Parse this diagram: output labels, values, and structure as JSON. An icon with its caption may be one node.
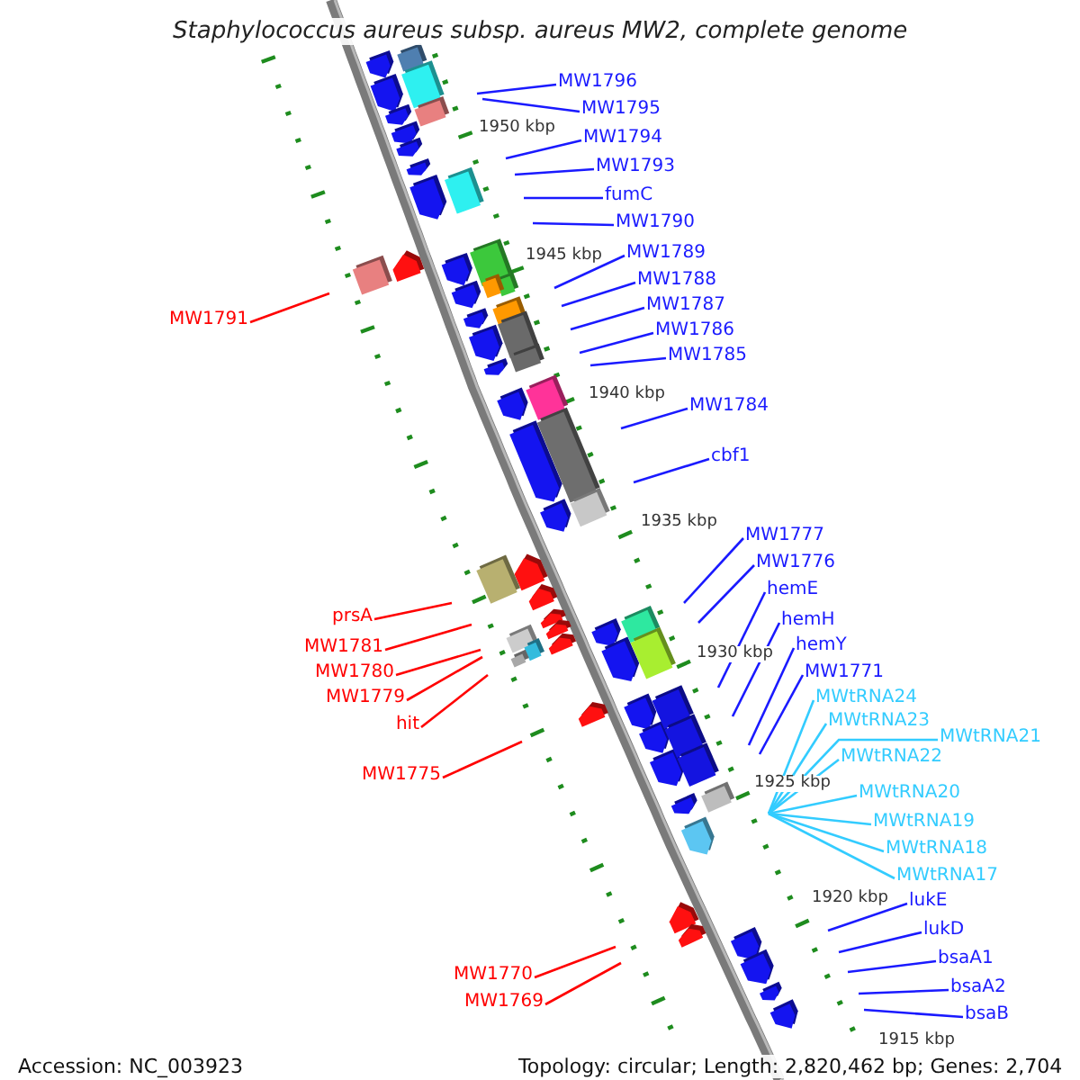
{
  "diagram": {
    "title": "Staphylococcus aureus subsp. aureus MW2, complete genome",
    "nodes": [
      {
        "text": [
          "MW1796"
        ]
      },
      {
        "text": [
          "MW1795"
        ]
      },
      {
        "text": [
          "MW1794"
        ]
      },
      {
        "text": [
          "MW1793"
        ]
      },
      {
        "text": [
          "fumC"
        ]
      },
      {
        "text": [
          "MW1790"
        ]
      },
      {
        "text": [
          "MW1789"
        ]
      },
      {
        "text": [
          "MW1788"
        ]
      },
      {
        "text": [
          "MW1787"
        ]
      },
      {
        "text": [
          "MW1786"
        ]
      },
      {
        "text": [
          "MW1785"
        ]
      },
      {
        "text": [
          "MW1784"
        ]
      },
      {
        "text": [
          "cbf1"
        ]
      },
      {
        "text": [
          "MW1777"
        ]
      },
      {
        "text": [
          "MW1776"
        ]
      },
      {
        "text": [
          "hemE"
        ]
      },
      {
        "text": [
          "hemH"
        ]
      },
      {
        "text": [
          "hemY"
        ]
      },
      {
        "text": [
          "MW1771"
        ]
      },
      {
        "text": [
          "MWtRNA24"
        ]
      },
      {
        "text": [
          "MWtRNA23"
        ]
      },
      {
        "text": [
          "MWtRNA21"
        ]
      },
      {
        "text": [
          "MWtRNA22"
        ]
      },
      {
        "text": [
          "MWtRNA20"
        ]
      },
      {
        "text": [
          "MWtRNA19"
        ]
      },
      {
        "text": [
          "MWtRNA18"
        ]
      },
      {
        "text": [
          "MWtRNA17"
        ]
      },
      {
        "text": [
          "lukE"
        ]
      },
      {
        "text": [
          "lukD"
        ]
      },
      {
        "text": [
          "bsaA1"
        ]
      },
      {
        "text": [
          "bsaA2"
        ]
      },
      {
        "text": [
          "bsaB"
        ]
      },
      {
        "text": [
          "MW1791"
        ]
      },
      {
        "text": [
          "prsA"
        ]
      },
      {
        "text": [
          "MW1781"
        ]
      },
      {
        "text": [
          "MW1780"
        ]
      },
      {
        "text": [
          "MW1779"
        ]
      },
      {
        "text": [
          "hit"
        ]
      },
      {
        "text": [
          "MW1775"
        ]
      },
      {
        "text": [
          "MW1770"
        ]
      },
      {
        "text": [
          "MW1769"
        ]
      }
    ],
    "edges": [
      {
        "from": 0,
        "to": null,
        "arrow": "none"
      },
      {
        "from": 1,
        "to": null,
        "arrow": "none"
      },
      {
        "from": 2,
        "to": null,
        "arrow": "none"
      },
      {
        "from": 3,
        "to": null,
        "arrow": "none"
      },
      {
        "from": 4,
        "to": null,
        "arrow": "none"
      },
      {
        "from": 5,
        "to": null,
        "arrow": "none"
      },
      {
        "from": 6,
        "to": null,
        "arrow": "none"
      },
      {
        "from": 7,
        "to": null,
        "arrow": "none"
      },
      {
        "from": 8,
        "to": null,
        "arrow": "none"
      },
      {
        "from": 9,
        "to": null,
        "arrow": "none"
      },
      {
        "from": 10,
        "to": null,
        "arrow": "none"
      },
      {
        "from": 11,
        "to": null,
        "arrow": "none"
      },
      {
        "from": 12,
        "to": null,
        "arrow": "none"
      },
      {
        "from": 13,
        "to": null,
        "arrow": "none"
      },
      {
        "from": 14,
        "to": null,
        "arrow": "none"
      },
      {
        "from": 15,
        "to": null,
        "arrow": "none"
      },
      {
        "from": 16,
        "to": null,
        "arrow": "none"
      },
      {
        "from": 17,
        "to": null,
        "arrow": "none"
      },
      {
        "from": 18,
        "to": null,
        "arrow": "none"
      },
      {
        "from": 19,
        "to": null,
        "arrow": "none",
        "color": "#33ccff"
      },
      {
        "from": 20,
        "to": null,
        "arrow": "none",
        "color": "#33ccff"
      },
      {
        "from": 21,
        "to": null,
        "arrow": "none",
        "color": "#33ccff"
      },
      {
        "from": 22,
        "to": null,
        "arrow": "none",
        "color": "#33ccff"
      },
      {
        "from": 23,
        "to": null,
        "arrow": "none",
        "color": "#33ccff"
      },
      {
        "from": 24,
        "to": null,
        "arrow": "none",
        "color": "#33ccff"
      },
      {
        "from": 25,
        "to": null,
        "arrow": "none",
        "color": "#33ccff"
      },
      {
        "from": 26,
        "to": null,
        "arrow": "none",
        "color": "#33ccff"
      },
      {
        "from": 27,
        "to": null,
        "arrow": "none"
      },
      {
        "from": 28,
        "to": null,
        "arrow": "none"
      },
      {
        "from": 29,
        "to": null,
        "arrow": "none"
      },
      {
        "from": 30,
        "to": null,
        "arrow": "none"
      },
      {
        "from": 31,
        "to": null,
        "arrow": "none"
      },
      {
        "from": 32,
        "to": null,
        "arrow": "none",
        "color": "#ff0000"
      },
      {
        "from": 33,
        "to": null,
        "arrow": "none",
        "color": "#ff0000"
      },
      {
        "from": 34,
        "to": null,
        "arrow": "none",
        "color": "#ff0000"
      },
      {
        "from": 35,
        "to": null,
        "arrow": "none",
        "color": "#ff0000"
      },
      {
        "from": 36,
        "to": null,
        "arrow": "none",
        "color": "#ff0000"
      },
      {
        "from": 37,
        "to": null,
        "arrow": "none",
        "color": "#ff0000"
      },
      {
        "from": 38,
        "to": null,
        "arrow": "none",
        "color": "#ff0000"
      },
      {
        "from": 39,
        "to": null,
        "arrow": "none",
        "color": "#ff0000"
      },
      {
        "from": 40,
        "to": null,
        "arrow": "none",
        "color": "#ff0000"
      }
    ],
    "labels": [
      "1950 kbp",
      "1945 kbp",
      "1940 kbp",
      "1935 kbp",
      "1930 kbp",
      "1925 kbp",
      "1920 kbp",
      "1915 kbp",
      "Accession: NC_003923",
      "Topology: circular; Length: 2,820,462 bp; Genes: 2,704"
    ]
  }
}
